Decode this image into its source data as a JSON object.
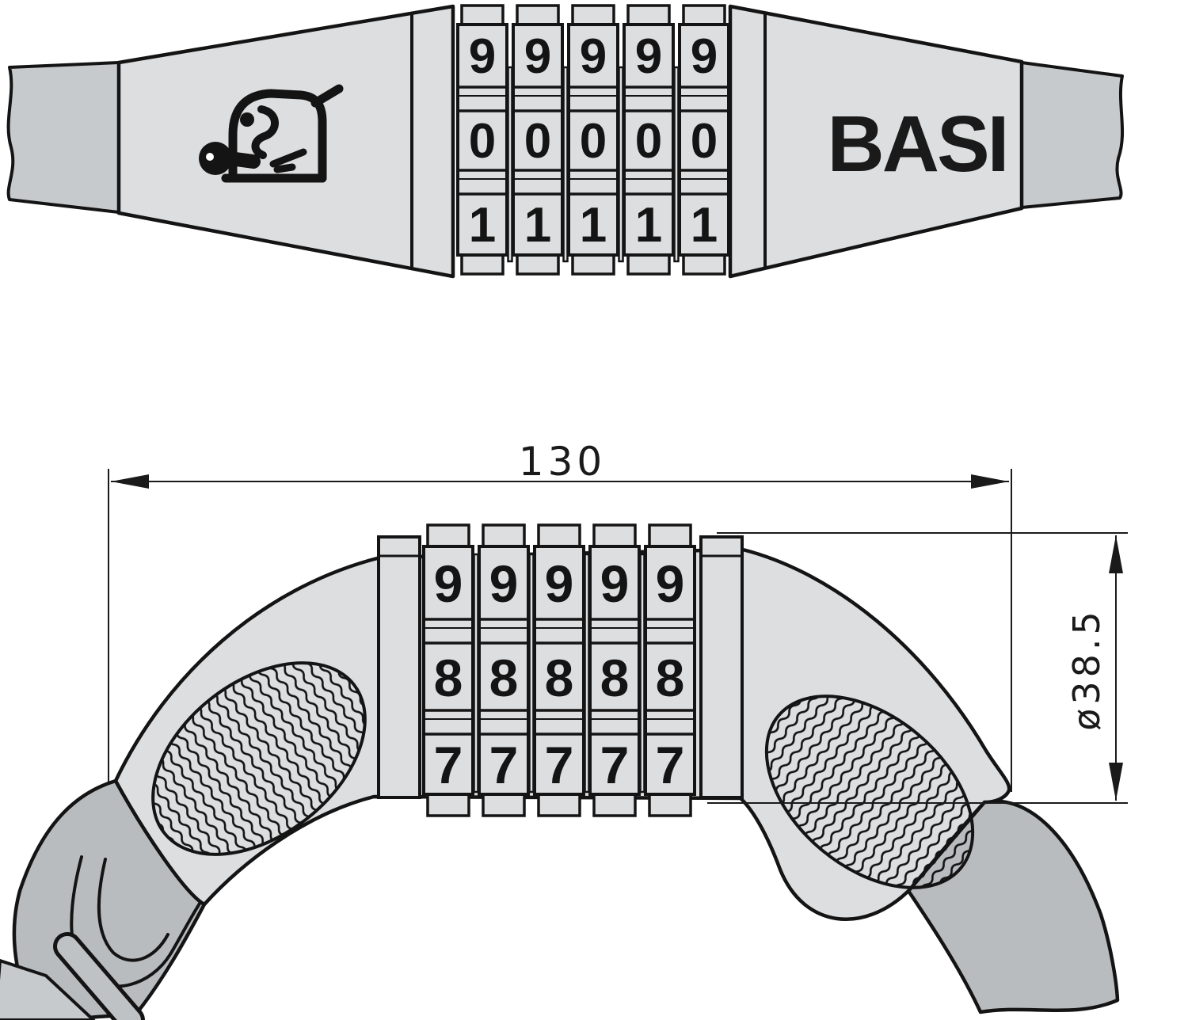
{
  "drawing": {
    "brand": "BASI",
    "dimensions": {
      "length": "130",
      "diameter": "ø38.5"
    },
    "views": {
      "top": {
        "dials": [
          {
            "digits": [
              "9",
              "0",
              "1"
            ]
          },
          {
            "digits": [
              "9",
              "0",
              "1"
            ]
          },
          {
            "digits": [
              "9",
              "0",
              "1"
            ]
          },
          {
            "digits": [
              "9",
              "0",
              "1"
            ]
          },
          {
            "digits": [
              "9",
              "0",
              "1"
            ]
          }
        ]
      },
      "bottom": {
        "dials": [
          {
            "digits": [
              "9",
              "8",
              "7"
            ]
          },
          {
            "digits": [
              "9",
              "8",
              "7"
            ]
          },
          {
            "digits": [
              "9",
              "8",
              "7"
            ]
          },
          {
            "digits": [
              "9",
              "8",
              "7"
            ]
          },
          {
            "digits": [
              "9",
              "8",
              "7"
            ]
          }
        ]
      }
    },
    "icons": {
      "pictogram": "lock-key-pictogram"
    },
    "colors": {
      "body": "#dcdee0",
      "cable": "#c7cacc",
      "sleeve": "#b9bcbe",
      "outline": "#141414",
      "background": "#ffffff"
    }
  }
}
